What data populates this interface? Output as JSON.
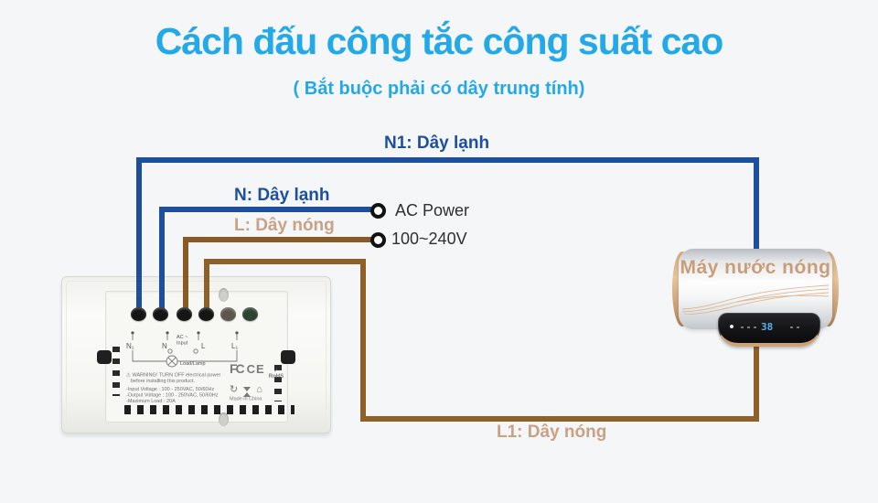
{
  "header": {
    "title": "Cách đấu công tắc công suất cao",
    "subtitle": "( Bắt buộc phải có dây trung tính)"
  },
  "colors": {
    "accent_cyan": "#24a9e8",
    "neutral_wire_blue": "#1d4f9e",
    "hot_wire_brown": "#8a5a24",
    "tan_label": "#c9a184"
  },
  "wires": {
    "n1_label": "N1: Dây lạnh",
    "n_label": "N: Dây lạnh",
    "l_label": "L: Dây nóng",
    "l1_label": "L1: Dây nóng"
  },
  "power_source": {
    "line1": "AC Power",
    "line2": "100~240V"
  },
  "switch_device": {
    "schematic": {
      "t1": "N₁",
      "t2": "N",
      "t3": "L",
      "t4": "L₁",
      "ac1": "AC ~",
      "ac2": "Input",
      "load": "Load/Lamp"
    },
    "warning1": "⚠ WARNING! TURN OFF electrical power",
    "warning2": "before installing this product.",
    "spec1": "-Input Voltage : 100 - 250VAC, 50/60Hz",
    "spec2": "-Output Voltage : 100 - 250VAC, 50/60Hz",
    "spec3": "-Maximum Load : 20A",
    "cert_fcc": "FC",
    "cert_ce": "CE",
    "cert_rohs": "RoHS",
    "made_in": "Made in China"
  },
  "heater": {
    "name": "Máy nước nóng",
    "display_value": "38"
  }
}
